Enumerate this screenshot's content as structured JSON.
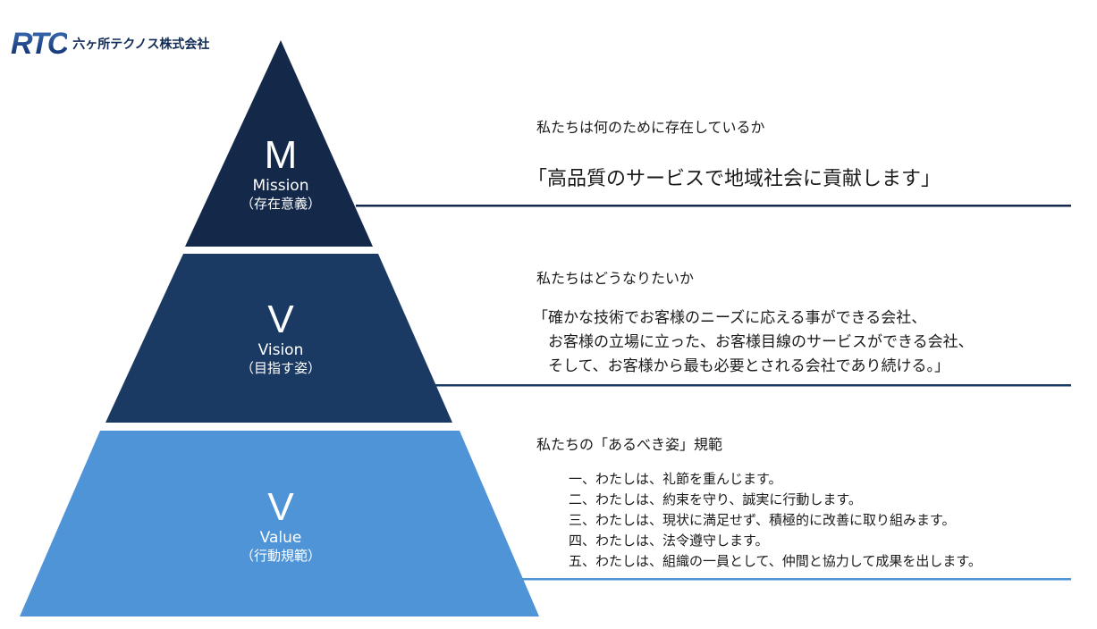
{
  "logo": {
    "mark": "RTC",
    "company": "六ヶ所テクノス株式会社"
  },
  "colors": {
    "mission": "#14294a",
    "vision": "#1b3a63",
    "value": "#4f94d6"
  },
  "pyramid": [
    {
      "letter": "M",
      "en": "Mission",
      "jp": "（存在意義）"
    },
    {
      "letter": "V",
      "en": "Vision",
      "jp": "（目指す姿）"
    },
    {
      "letter": "V",
      "en": "Value",
      "jp": "（行動規範）"
    }
  ],
  "mission": {
    "question": "私たちは何のために存在しているか",
    "statement": "「高品質のサービスで地域社会に貢献します」"
  },
  "vision": {
    "question": "私たちはどうなりたいか",
    "lines": [
      "「確かな技術でお客様のニーズに応える事ができる会社、",
      "　お客様の立場に立った、お客様目線のサービスができる会社、",
      "　そして、お客様から最も必要とされる会社であり続ける。」"
    ]
  },
  "value": {
    "question": "私たちの「あるべき姿」規範",
    "items": [
      "一、わたしは、礼節を重んじます。",
      "二、わたしは、約束を守り、誠実に行動します。",
      "三、わたしは、現状に満足せず、積極的に改善に取り組みます。",
      "四、わたしは、法令遵守します。",
      "五、わたしは、組織の一員として、仲間と協力して成果を出します。"
    ]
  }
}
